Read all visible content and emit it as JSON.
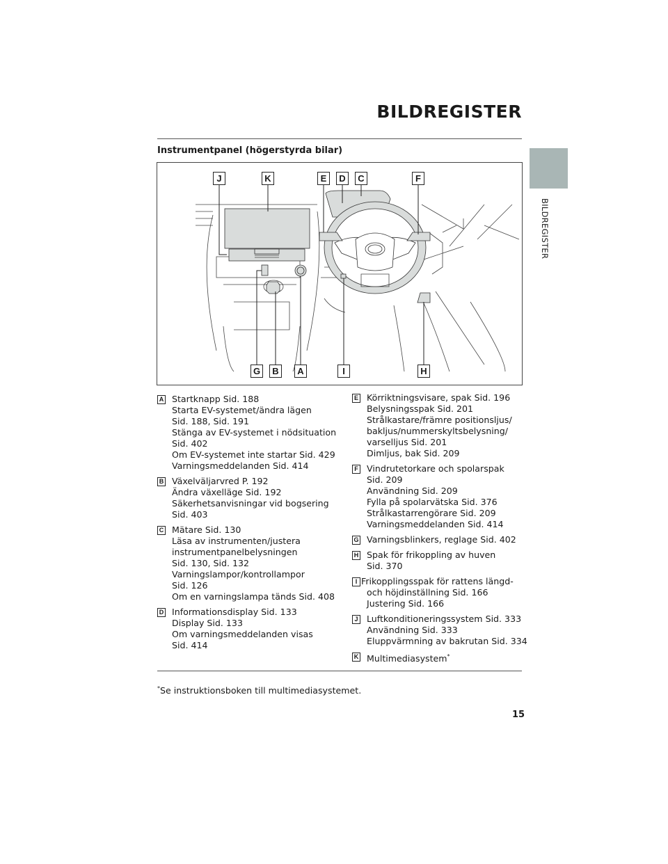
{
  "header": {
    "title": "BILDREGISTER",
    "side_tab": "BILDREGISTER"
  },
  "section": {
    "title": "Instrumentpanel (högerstyrda bilar)"
  },
  "diagram": {
    "labels": [
      "J",
      "K",
      "E",
      "D",
      "C",
      "F",
      "G",
      "B",
      "A",
      "I",
      "H"
    ]
  },
  "items": [
    {
      "key": "A",
      "lines": [
        "Startknapp Sid. 188",
        "Starta EV-systemet/ändra lägen",
        "Sid. 188, Sid. 191",
        "Stänga av EV-systemet i nödsituation",
        "Sid. 402",
        "Om EV-systemet inte startar Sid. 429",
        "Varningsmeddelanden Sid. 414"
      ]
    },
    {
      "key": "B",
      "lines": [
        "Växelväljarvred P. 192",
        "Ändra växelläge Sid. 192",
        "Säkerhetsanvisningar vid bogsering",
        "Sid. 403"
      ]
    },
    {
      "key": "C",
      "lines": [
        "Mätare Sid. 130",
        "Läsa av instrumenten/justera",
        "instrumentpanelbelysningen",
        "Sid. 130, Sid. 132",
        "Varningslampor/kontrollampor",
        "Sid. 126",
        "Om en varningslampa tänds Sid. 408"
      ]
    },
    {
      "key": "D",
      "lines": [
        "Informationsdisplay Sid. 133",
        "Display Sid. 133",
        "Om varningsmeddelanden visas",
        "Sid. 414"
      ]
    },
    {
      "key": "E",
      "lines": [
        "Körriktningsvisare, spak Sid. 196",
        "Belysningsspak Sid. 201",
        "Strålkastare/främre positionsljus/",
        "bakljus/nummerskyltsbelysning/",
        "varselljus Sid. 201",
        "Dimljus, bak Sid. 209"
      ]
    },
    {
      "key": "F",
      "lines": [
        "Vindrutetorkare och spolarspak",
        "Sid. 209",
        "Användning Sid. 209",
        "Fylla på spolarvätska Sid. 376",
        "Strålkastarrengörare Sid. 209",
        "Varningsmeddelanden Sid. 414"
      ]
    },
    {
      "key": "G",
      "lines": [
        "Varningsblinkers, reglage Sid. 402"
      ]
    },
    {
      "key": "H",
      "lines": [
        "Spak för frikoppling av huven",
        "Sid. 370"
      ]
    },
    {
      "key": "I",
      "lines": [
        "Frikopplingsspak för rattens längd-",
        "och höjdinställning Sid. 166",
        "Justering Sid. 166"
      ]
    },
    {
      "key": "J",
      "lines": [
        "Luftkonditioneringssystem Sid. 333",
        "Användning Sid. 333",
        "Eluppvärmning av bakrutan Sid. 334"
      ]
    },
    {
      "key": "K",
      "lines": [
        "Multimediasystem"
      ],
      "footnote_mark": "*"
    }
  ],
  "footnote": {
    "mark": "*",
    "text": "Se instruktionsboken till multimediasystemet."
  },
  "page_number": "15"
}
